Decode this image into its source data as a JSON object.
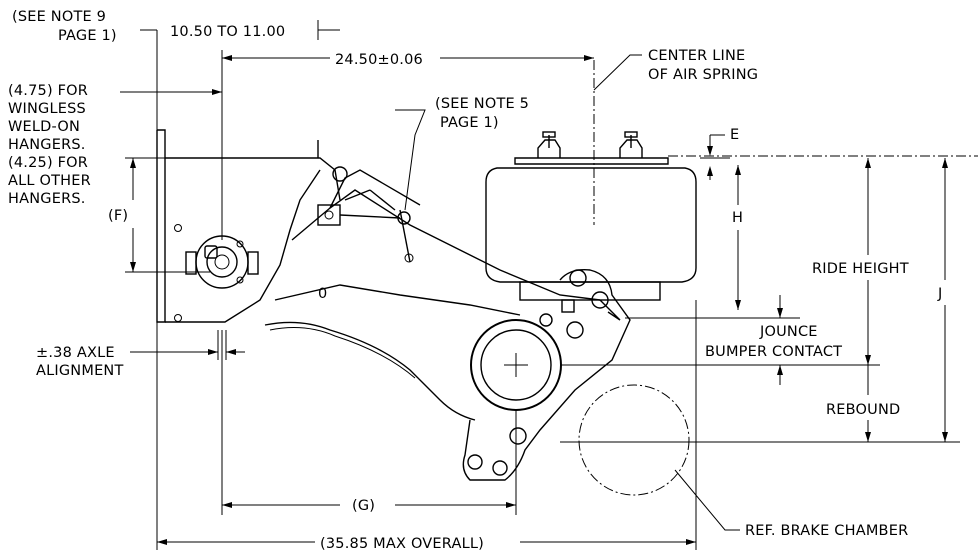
{
  "labels": {
    "note9": [
      "(SEE NOTE 9",
      "PAGE 1)"
    ],
    "range_dim": "10.50 TO 11.00",
    "center_dim": "24.50±0.06",
    "center_line": [
      "CENTER LINE",
      "OF AIR SPRING"
    ],
    "hanger_note": [
      "(4.75) FOR",
      "WINGLESS",
      "WELD-ON",
      "HANGERS.",
      "(4.25) FOR",
      "ALL OTHER",
      "HANGERS."
    ],
    "note5": [
      "(SEE NOTE 5",
      "PAGE 1)"
    ],
    "e": "E",
    "h": "H",
    "f": "(F)",
    "ride_height": "RIDE HEIGHT",
    "j": "J",
    "jounce": [
      "JOUNCE",
      "BUMPER CONTACT"
    ],
    "axle": [
      "±.38 AXLE",
      "ALIGNMENT"
    ],
    "rebound": "REBOUND",
    "g": "(G)",
    "overall": "(35.85 MAX OVERALL)",
    "brake": "REF. BRAKE CHAMBER",
    "zero": "0"
  }
}
